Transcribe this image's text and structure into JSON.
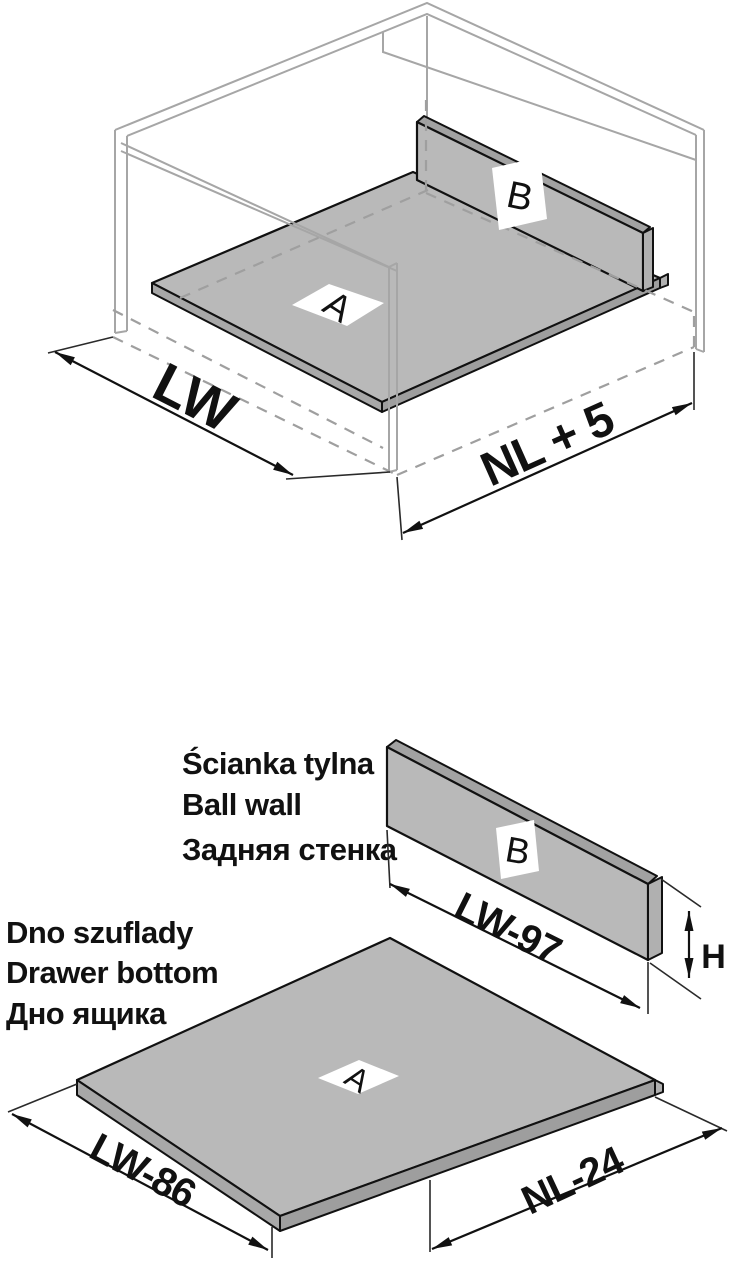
{
  "assembled_view": {
    "part_a_label": "A",
    "part_b_label": "B",
    "dim_internal_width": "LW",
    "dim_depth": "NL + 5"
  },
  "back_wall": {
    "callout_pl": "Ścianka tylna",
    "callout_en": "Ball wall",
    "callout_ru": "Задняя стенка",
    "part_label": "B",
    "dim_length": "LW-97",
    "dim_height": "H"
  },
  "drawer_bottom": {
    "callout_pl": "Dno szuflady",
    "callout_en": "Drawer bottom",
    "callout_ru": "Дно ящика",
    "part_label": "A",
    "dim_width": "LW-86",
    "dim_depth": "NL-24"
  },
  "colors": {
    "panel_face": "#b9b9b9",
    "panel_bevel": "#a2a2a2",
    "panel_edge": "#a8a8a8",
    "end_cap": "#b0b0b0",
    "cabinet_line": "#a6a6a6",
    "hidden_line": "#9f9f9f",
    "outline": "#111111",
    "background": "#ffffff"
  }
}
